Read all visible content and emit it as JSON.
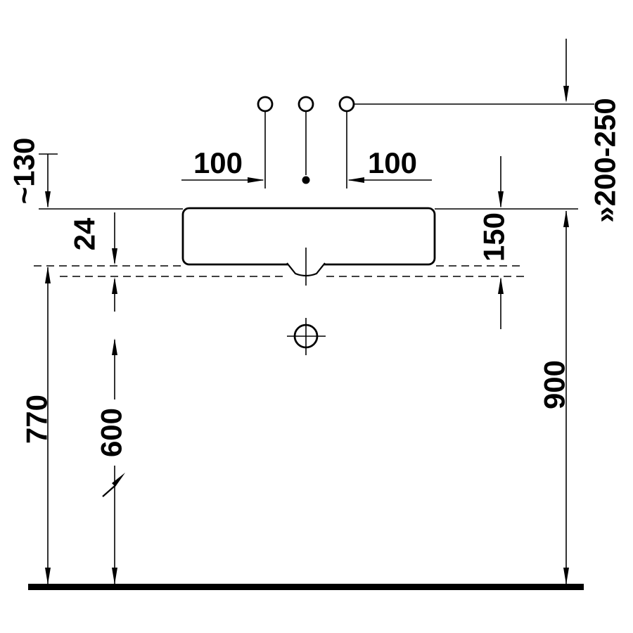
{
  "colors": {
    "background": "#ffffff",
    "ink": "#000000"
  },
  "drawing": {
    "kind": "washbasin-installation-dimension-drawing",
    "labels": {
      "tap_offset_left": "100",
      "tap_offset_right": "100",
      "spout_height": "~130",
      "panel_thickness": "24",
      "counter_height": "770",
      "drain_height": "600",
      "rim_to_underside": "150",
      "rim_height": "900",
      "supply_range": "»200-250"
    }
  }
}
